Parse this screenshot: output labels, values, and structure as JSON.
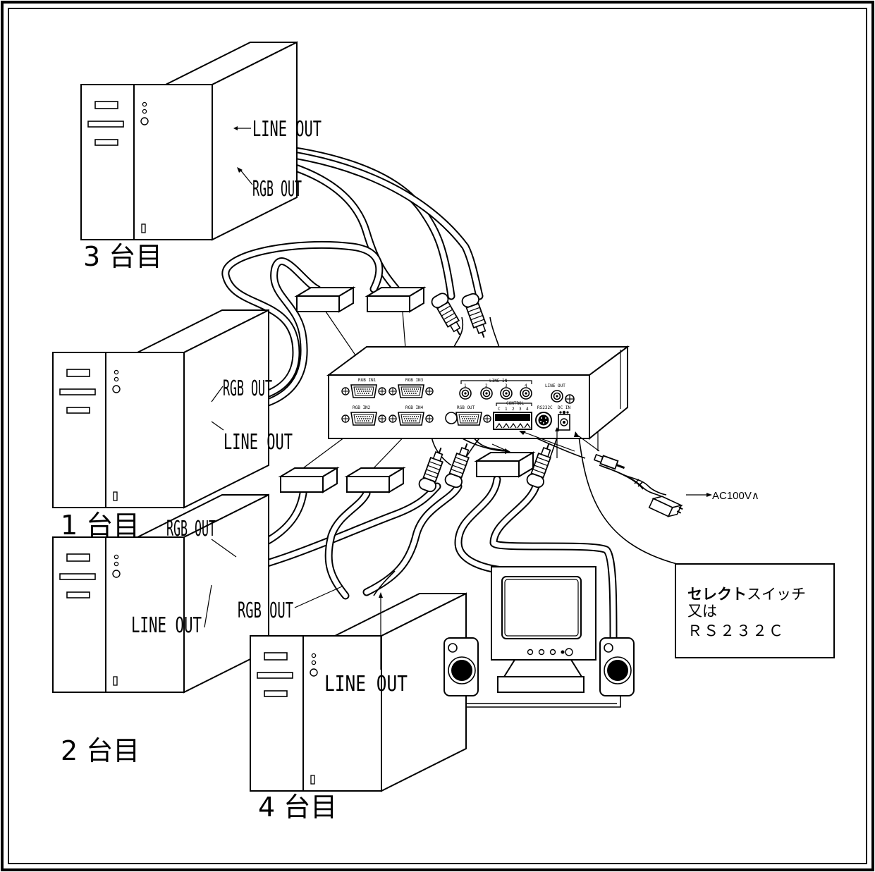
{
  "labels": {
    "line_out": "LINE OUT",
    "rgb_out": "RGB OUT",
    "ac_power": "AC100V∧"
  },
  "computers": {
    "pc1": "1 台目",
    "pc2": "2 台目",
    "pc3": "3 台目",
    "pc4": "4 台目"
  },
  "switcher_panel": {
    "rgb_in1": "RGB IN1",
    "rgb_in2": "RGB IN2",
    "rgb_in3": "RGB IN3",
    "rgb_in4": "RGB IN4",
    "rgb_out": "RGB OUT",
    "line_in": "LINE IN",
    "line_in_1": "1",
    "line_in_2": "2",
    "line_in_3": "3",
    "line_in_4": "4",
    "line_out": "LINE OUT",
    "control": "CONTROL",
    "ctrl_c": "C",
    "ctrl_1": "1",
    "ctrl_2": "2",
    "ctrl_3": "3",
    "ctrl_4": "4",
    "rs232c": "RS232C",
    "power": "DC IN"
  },
  "note": {
    "line1_bold": "セレクト",
    "line1_rest": "スイッチ",
    "line2": "又は",
    "line3": "ＲＳ２３２Ｃ"
  }
}
